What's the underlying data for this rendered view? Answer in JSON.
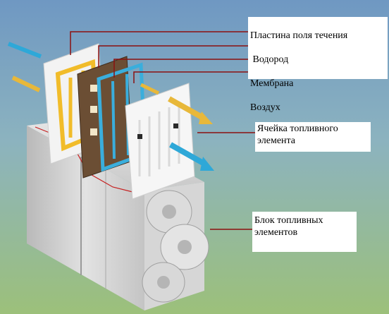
{
  "labels": {
    "top": {
      "flow_plate": "Пластина поля течения",
      "hydrogen": " Водород",
      "membrane": "Мембрана",
      "air": "Воздух"
    },
    "cell": "Ячейка топливного\nэлемента",
    "block": "Блок топливных\nэлементов"
  },
  "colors": {
    "sky_top": "#7aa2c8",
    "sky_bottom": "#a7c07a",
    "hydrogen_arrow": "#e8b83a",
    "air_arrow": "#2ea8d8",
    "leader_line": "#8b1010",
    "block_metal": "#cfcfcf"
  }
}
